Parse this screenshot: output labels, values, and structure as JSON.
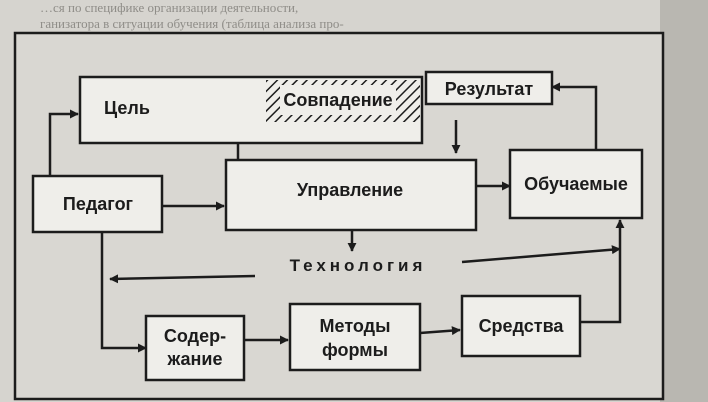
{
  "bleed_text": {
    "line1": "…ся по специфике организации деятельности,",
    "line2": "ганизатора в ситуации обучения (таблица анализа про-"
  },
  "nodes": {
    "goal": "Цель",
    "match": "Совпадение",
    "result": "Результат",
    "teacher": "Педагог",
    "management": "Управление",
    "learners": "Обучаемые",
    "technology": "Технология",
    "content_line1": "Содер-",
    "content_line2": "жание",
    "methods_line1": "Методы",
    "methods_line2": "формы",
    "means": "Средства"
  },
  "colors": {
    "ink": "#1c1c1c",
    "paper": "#d6d4cf",
    "box_fill": "#efeeea",
    "hatch": "#1c1c1c"
  }
}
